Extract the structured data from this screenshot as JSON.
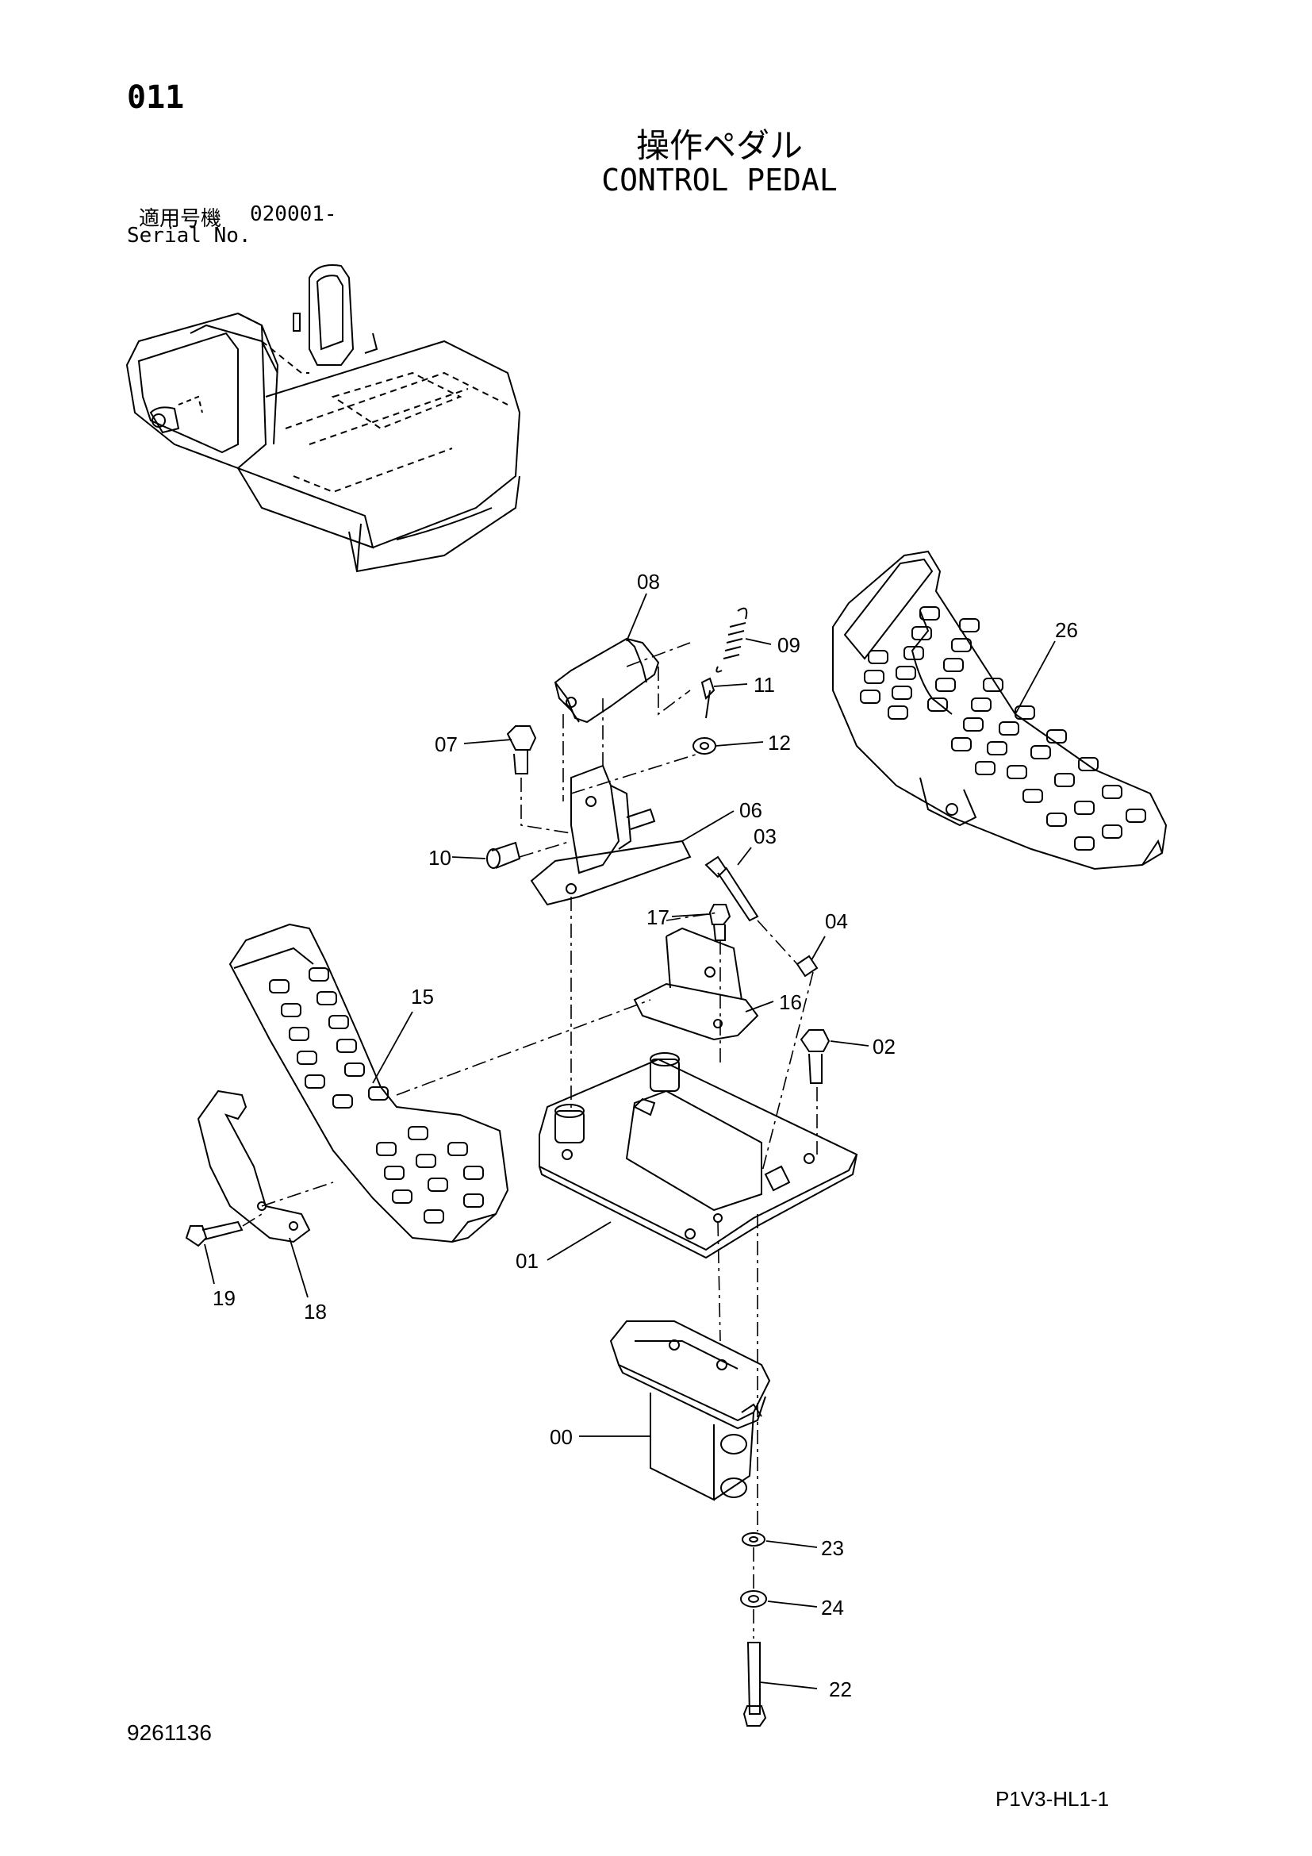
{
  "header": {
    "page_number": "011",
    "title_ja": "操作ペダル",
    "title_en": "CONTROL PEDAL",
    "serial_label_ja": "適用号機",
    "serial_value": "020001-",
    "serial_label_en": "Serial No."
  },
  "footer": {
    "drawing_number": "9261136",
    "page_code": "P1V3-HL1-1"
  },
  "callouts": {
    "c00": "00",
    "c01": "01",
    "c02": "02",
    "c03": "03",
    "c04": "04",
    "c06": "06",
    "c07": "07",
    "c08": "08",
    "c09": "09",
    "c10": "10",
    "c11": "11",
    "c12": "12",
    "c15": "15",
    "c16": "16",
    "c17": "17",
    "c18": "18",
    "c19": "19",
    "c22": "22",
    "c23": "23",
    "c24": "24",
    "c26": "26"
  }
}
